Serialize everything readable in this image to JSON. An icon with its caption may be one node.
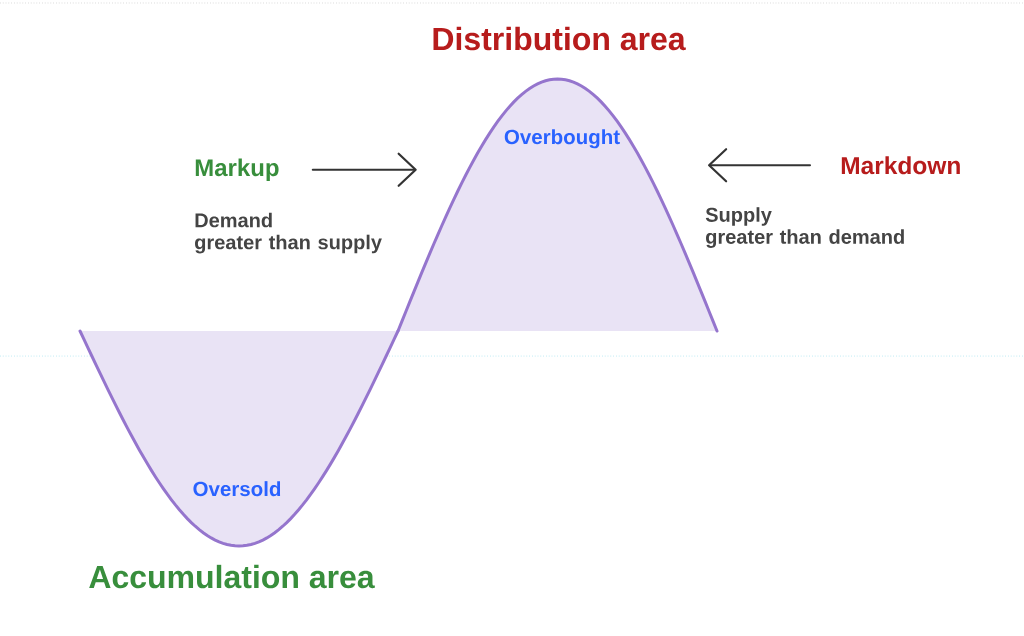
{
  "diagram": {
    "nodes": [
      {
        "text": [
          "Distribution area",
          "Overbought"
        ]
      },
      {
        "text": [
          "Markup"
        ],
        "beside": [
          "Demand greater than supply"
        ]
      },
      {
        "text": [
          "Markdown"
        ],
        "beside": [
          "Supply greater than demand"
        ]
      },
      {
        "text": [
          "Oversold",
          "Accumulation area"
        ]
      }
    ],
    "edges": [
      {
        "from": 1,
        "to": null,
        "arrow": "to"
      },
      {
        "from": 2,
        "to": null,
        "arrow": "to"
      }
    ]
  }
}
